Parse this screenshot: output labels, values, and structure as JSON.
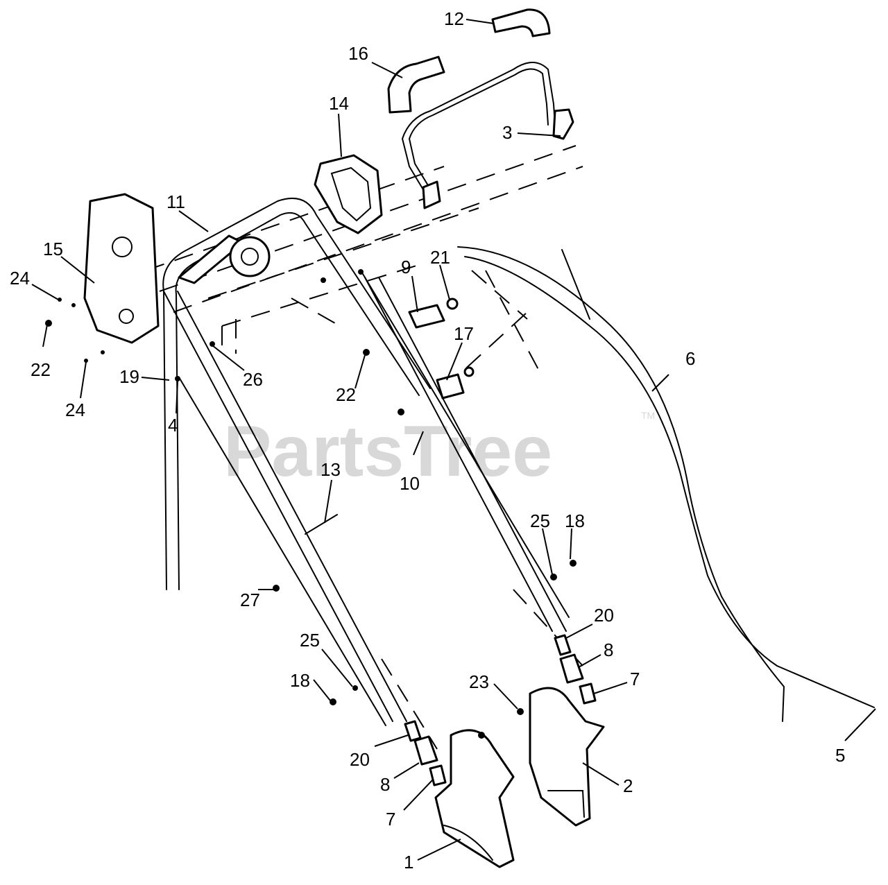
{
  "watermark": {
    "text": "PartsTree",
    "trademark": "TM"
  },
  "callouts": [
    {
      "id": "c12",
      "label": "12"
    },
    {
      "id": "c16",
      "label": "16"
    },
    {
      "id": "c14",
      "label": "14"
    },
    {
      "id": "c3",
      "label": "3"
    },
    {
      "id": "c11",
      "label": "11"
    },
    {
      "id": "c15",
      "label": "15"
    },
    {
      "id": "c24a",
      "label": "24"
    },
    {
      "id": "c22a",
      "label": "22"
    },
    {
      "id": "c24b",
      "label": "24"
    },
    {
      "id": "c19",
      "label": "19"
    },
    {
      "id": "c4",
      "label": "4"
    },
    {
      "id": "c26",
      "label": "26"
    },
    {
      "id": "c9",
      "label": "9"
    },
    {
      "id": "c21",
      "label": "21"
    },
    {
      "id": "c17",
      "label": "17"
    },
    {
      "id": "c22b",
      "label": "22"
    },
    {
      "id": "c10",
      "label": "10"
    },
    {
      "id": "c6",
      "label": "6"
    },
    {
      "id": "c13",
      "label": "13"
    },
    {
      "id": "c27",
      "label": "27"
    },
    {
      "id": "c25a",
      "label": "25"
    },
    {
      "id": "c18a",
      "label": "18"
    },
    {
      "id": "c20a",
      "label": "20"
    },
    {
      "id": "c8a",
      "label": "8"
    },
    {
      "id": "c7a",
      "label": "7"
    },
    {
      "id": "c23",
      "label": "23"
    },
    {
      "id": "c25b",
      "label": "25"
    },
    {
      "id": "c18b",
      "label": "18"
    },
    {
      "id": "c20b",
      "label": "20"
    },
    {
      "id": "c8b",
      "label": "8"
    },
    {
      "id": "c7b",
      "label": "7"
    },
    {
      "id": "c2",
      "label": "2"
    },
    {
      "id": "c1",
      "label": "1"
    },
    {
      "id": "c5",
      "label": "5"
    }
  ]
}
